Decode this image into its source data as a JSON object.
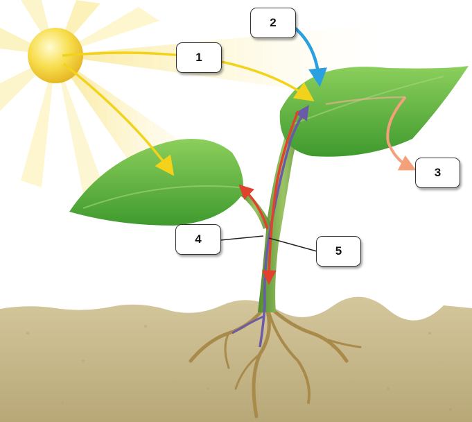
{
  "labels": [
    "1",
    "2",
    "3",
    "4",
    "5"
  ],
  "colors": {
    "sun": "#f7d23a",
    "sunlight_arrow": "#f2d21a",
    "water_in_arrow": "#2aa0e0",
    "oxygen_out_arrow": "#f4a07a",
    "xylem_arrow": "#6a5aa8",
    "phloem_arrow": "#e0422e",
    "leaf": "#5cae3c",
    "stem": "#6a9a3a",
    "soil": "#c8b98a",
    "root": "#a88a4a"
  }
}
